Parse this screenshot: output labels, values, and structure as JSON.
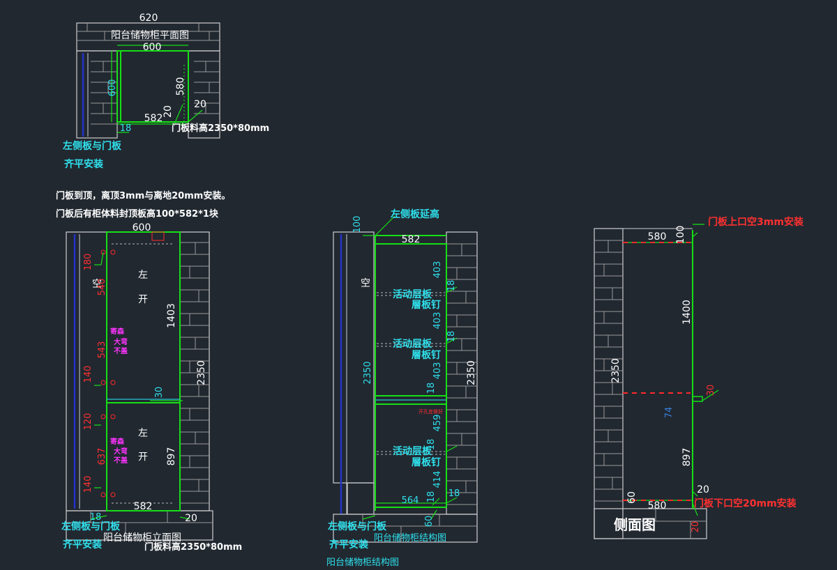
{
  "plan": {
    "title": "阳台储物柜平面图",
    "dim_outer_width": "620",
    "dim_inner_width": "600",
    "dim_left_depth": "600",
    "dim_right_depth": "580",
    "dim_bottom": "582",
    "dim_gap_a": "20",
    "dim_gap_b": "20",
    "dim_panel_thick": "18",
    "door_stock": "门板料高2350*80mm",
    "note_line1": "左侧板与门板",
    "note_line2": "齐平安装"
  },
  "notes": {
    "line1": "门板到顶，离顶3mm与离地20mm安装。",
    "line2": "门板后有柜体料封顶板高100*582*1块"
  },
  "elevation": {
    "title": "阳台储物柜立面图",
    "dim_top": "600",
    "dim_upper_door": "1403",
    "dim_total": "2350",
    "dim_lower_door": "897",
    "dim_bottom": "582",
    "dim_18": "18",
    "dim_20": "20",
    "dim_30": "30",
    "red_180": "180",
    "red_540": "540",
    "red_543": "543",
    "red_140a": "140",
    "red_120": "120",
    "red_637": "637",
    "red_140b": "140",
    "empty_label": "空",
    "door_upper_1": "左",
    "door_upper_2": "开",
    "door_lower_1": "左",
    "door_lower_2": "开",
    "hinge_note_u1": "寄森",
    "hinge_note_u2": "大弯",
    "hinge_note_u3": "不盖",
    "hinge_note_l1": "寄森",
    "hinge_note_l2": "大弯",
    "hinge_note_l3": "不盖",
    "door_stock": "门板料高2350*80mm",
    "note_line1": "左侧板与门板",
    "note_line2": "齐平安装"
  },
  "structure": {
    "title": "阳台储物柜结构图",
    "caption": "阳台储物柜结构图",
    "side_raise": "左侧板延高",
    "dim_100": "100",
    "dim_582": "582",
    "dim_403a": "403",
    "dim_403b": "403",
    "dim_403c": "403",
    "dim_459": "459",
    "dim_414": "414",
    "dim_18a": "18",
    "dim_18b": "18",
    "dim_18c": "18",
    "dim_18d": "18",
    "dim_18e": "18",
    "dim_18f": "18",
    "dim_2350_left": "2350",
    "dim_2350_right": "2350",
    "dim_564": "564",
    "dim_60": "60",
    "empty_label": "空",
    "shelf1_a": "活动层板",
    "shelf1_b": "層板钉",
    "shelf2_a": "活动层板",
    "shelf2_b": "層板钉",
    "shelf3_a": "活动层板",
    "shelf3_b": "層板钉",
    "fixed_note": "开孔宜做好",
    "note_line1": "左侧板与门板",
    "note_line2": "齐平安装"
  },
  "side": {
    "title": "侧面图",
    "dim_580_top": "580",
    "dim_580_bottom": "580",
    "dim_100": "100",
    "dim_1400": "1400",
    "dim_2350": "2350",
    "dim_30": "30",
    "dim_74": "74",
    "dim_897": "897",
    "dim_20a": "20",
    "dim_20b": "20",
    "dim_60": "60",
    "top_note": "门板上口空3mm安装",
    "bottom_note": "门板下口空20mm安装"
  },
  "colors": {
    "background": "#212830",
    "panel_green": "#16e016",
    "dim_cyan": "#2fe0ec",
    "note_red": "#ff3030",
    "hinge_magenta": "#ff33ff",
    "wall_gray": "#cfcfcf",
    "glass_blue": "#2433c8"
  }
}
